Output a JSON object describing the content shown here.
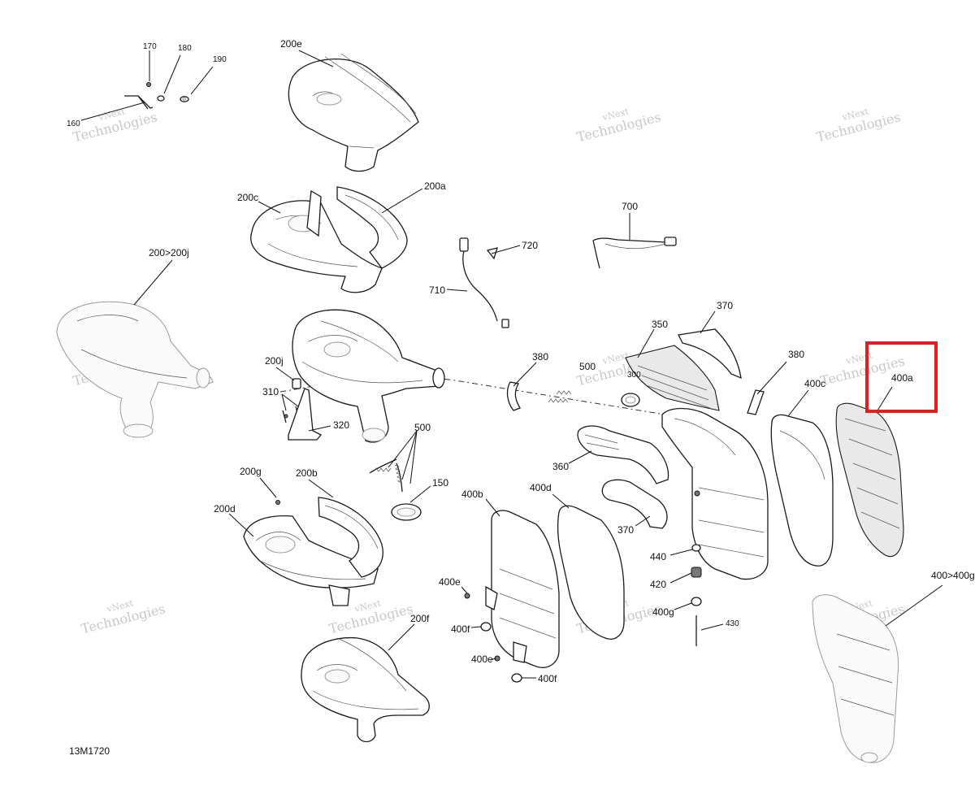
{
  "drawing_code": "13M1720",
  "watermark": {
    "line1": "vNext",
    "line2": "Technologies"
  },
  "colors": {
    "highlight": "#e02020",
    "line": "#1a1a1a",
    "watermark": "#c8c8c8"
  },
  "callouts": {
    "c170": "170",
    "c180": "180",
    "c190": "190",
    "c160": "160",
    "c200e": "200e",
    "c200a": "200a",
    "c200c": "200c",
    "c200_200j": "200>200j",
    "c200j": "200j",
    "c310": "310",
    "c320": "320",
    "c500a": "500",
    "c500b": "500",
    "c150": "150",
    "c200g": "200g",
    "c200b": "200b",
    "c200d": "200d",
    "c200f": "200f",
    "c700": "700",
    "c720": "720",
    "c710": "710",
    "c380a": "380",
    "c380b": "380",
    "c350": "350",
    "c370a": "370",
    "c370b": "370",
    "c300": "300",
    "c360": "360",
    "c400b": "400b",
    "c400d": "400d",
    "c400c": "400c",
    "c400a": "400a",
    "c400e_a": "400e",
    "c400e_b": "400e",
    "c400f_a": "400f",
    "c400f_b": "400f",
    "c440": "440",
    "c420": "420",
    "c400g": "400g",
    "c430": "430",
    "c400_400g": "400>400g"
  },
  "highlighted_part": "400a"
}
